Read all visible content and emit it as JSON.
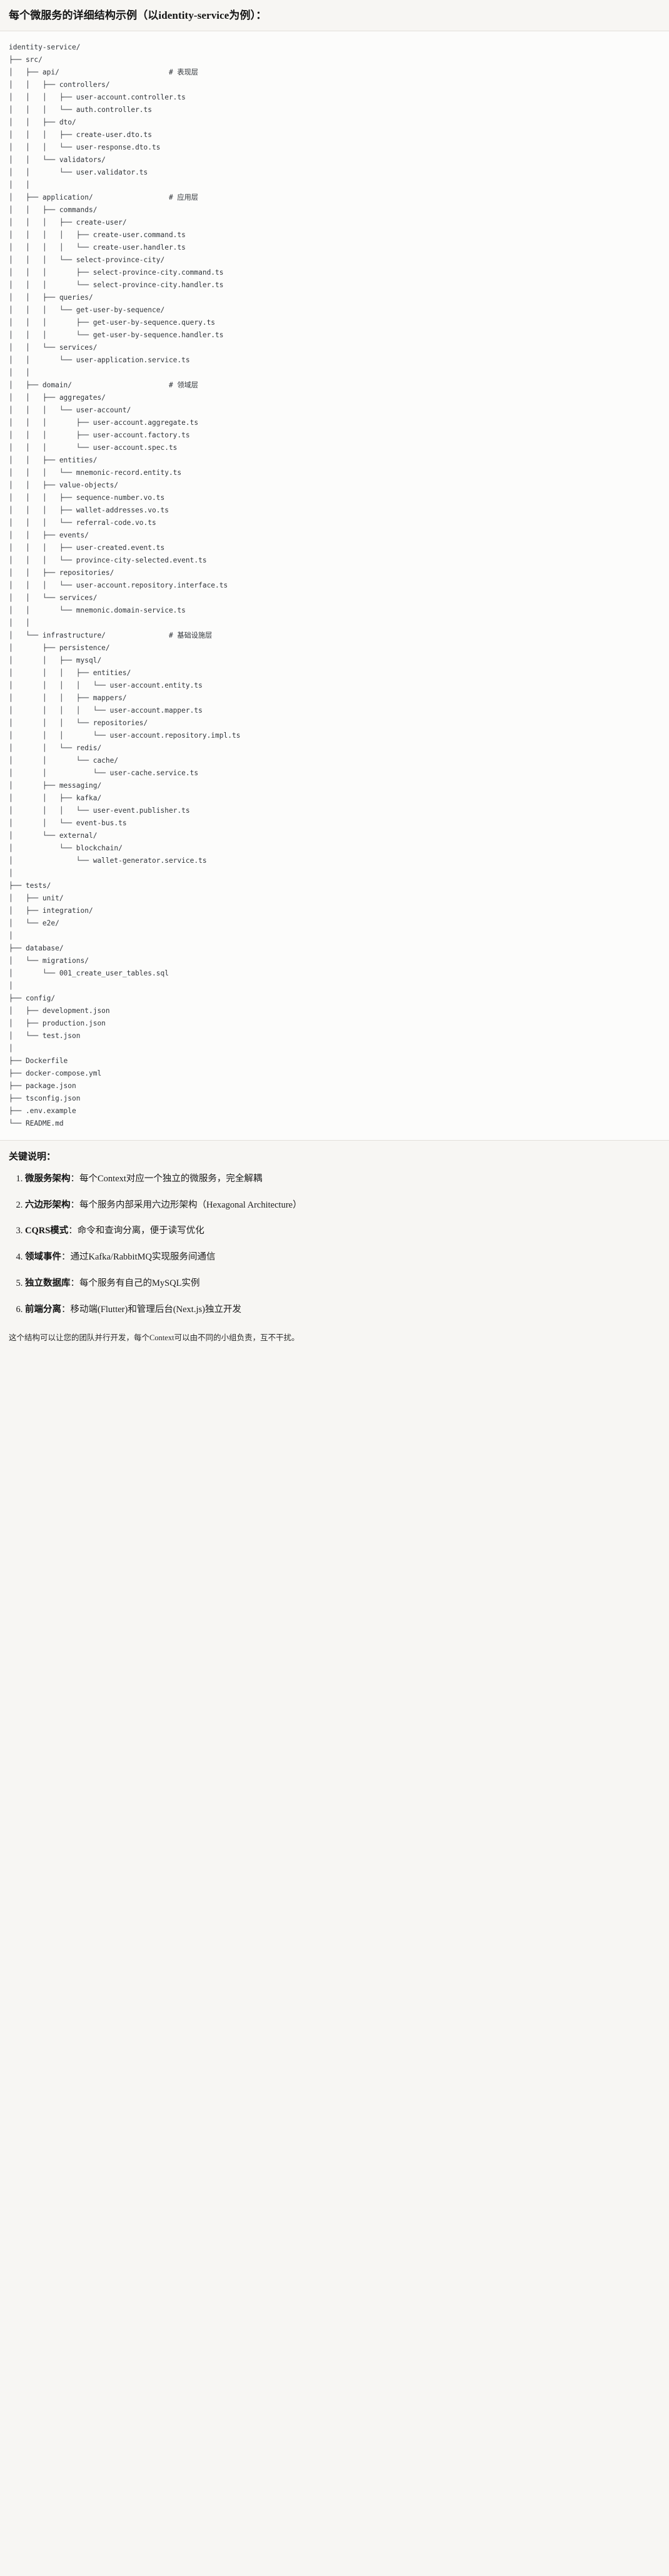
{
  "header": {
    "title": "每个微服务的详细结构示例（以identity-service为例）："
  },
  "code_block": {
    "language": "text",
    "root": "identity-service/",
    "comments": {
      "api": "# 表现层",
      "application": "# 应用层",
      "domain": "# 领域层",
      "infrastructure": "# 基础设施层"
    },
    "tree_text": "identity-service/\n├── src/\n│   ├── api/                          # 表现层\n│   │   ├── controllers/\n│   │   │   ├── user-account.controller.ts\n│   │   │   └── auth.controller.ts\n│   │   ├── dto/\n│   │   │   ├── create-user.dto.ts\n│   │   │   └── user-response.dto.ts\n│   │   └── validators/\n│   │       └── user.validator.ts\n│   │\n│   ├── application/                  # 应用层\n│   │   ├── commands/\n│   │   │   ├── create-user/\n│   │   │   │   ├── create-user.command.ts\n│   │   │   │   └── create-user.handler.ts\n│   │   │   └── select-province-city/\n│   │   │       ├── select-province-city.command.ts\n│   │   │       └── select-province-city.handler.ts\n│   │   ├── queries/\n│   │   │   └── get-user-by-sequence/\n│   │   │       ├── get-user-by-sequence.query.ts\n│   │   │       └── get-user-by-sequence.handler.ts\n│   │   └── services/\n│   │       └── user-application.service.ts\n│   │\n│   ├── domain/                       # 领域层\n│   │   ├── aggregates/\n│   │   │   └── user-account/\n│   │   │       ├── user-account.aggregate.ts\n│   │   │       ├── user-account.factory.ts\n│   │   │       └── user-account.spec.ts\n│   │   ├── entities/\n│   │   │   └── mnemonic-record.entity.ts\n│   │   ├── value-objects/\n│   │   │   ├── sequence-number.vo.ts\n│   │   │   ├── wallet-addresses.vo.ts\n│   │   │   └── referral-code.vo.ts\n│   │   ├── events/\n│   │   │   ├── user-created.event.ts\n│   │   │   └── province-city-selected.event.ts\n│   │   ├── repositories/\n│   │   │   └── user-account.repository.interface.ts\n│   │   └── services/\n│   │       └── mnemonic.domain-service.ts\n│   │\n│   └── infrastructure/               # 基础设施层\n│       ├── persistence/\n│       │   ├── mysql/\n│       │   │   ├── entities/\n│       │   │   │   └── user-account.entity.ts\n│       │   │   ├── mappers/\n│       │   │   │   └── user-account.mapper.ts\n│       │   │   └── repositories/\n│       │   │       └── user-account.repository.impl.ts\n│       │   └── redis/\n│       │       └── cache/\n│       │           └── user-cache.service.ts\n│       ├── messaging/\n│       │   ├── kafka/\n│       │   │   └── user-event.publisher.ts\n│       │   └── event-bus.ts\n│       └── external/\n│           └── blockchain/\n│               └── wallet-generator.service.ts\n│\n├── tests/\n│   ├── unit/\n│   ├── integration/\n│   └── e2e/\n│\n├── database/\n│   └── migrations/\n│       └── 001_create_user_tables.sql\n│\n├── config/\n│   ├── development.json\n│   ├── production.json\n│   └── test.json\n│\n├── Dockerfile\n├── docker-compose.yml\n├── package.json\n├── tsconfig.json\n├── .env.example\n└── README.md"
  },
  "keypoints": {
    "heading": "关键说明：",
    "items": [
      {
        "term": "微服务架构",
        "sep": "：",
        "desc": "每个Context对应一个独立的微服务，完全解耦"
      },
      {
        "term": "六边形架构",
        "sep": "：",
        "desc": "每个服务内部采用六边形架构（Hexagonal Architecture）"
      },
      {
        "term": "CQRS模式",
        "sep": "：",
        "desc": "命令和查询分离，便于读写优化"
      },
      {
        "term": "领域事件",
        "sep": "：",
        "desc": "通过Kafka/RabbitMQ实现服务间通信"
      },
      {
        "term": "独立数据库",
        "sep": "：",
        "desc": "每个服务有自己的MySQL实例"
      },
      {
        "term": "前端分离",
        "sep": "：",
        "desc": "移动端(Flutter)和管理后台(Next.js)独立开发"
      }
    ]
  },
  "closing": {
    "text": "这个结构可以让您的团队并行开发，每个Context可以由不同的小组负责，互不干扰。"
  }
}
